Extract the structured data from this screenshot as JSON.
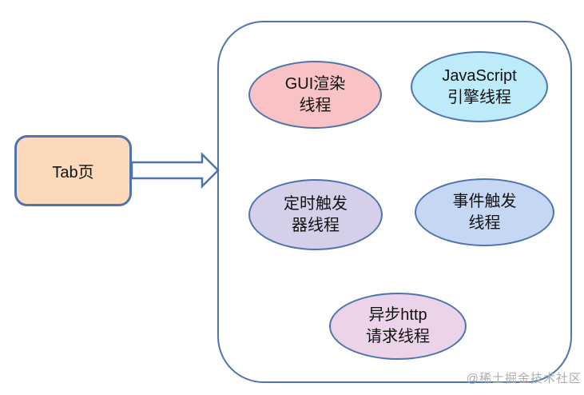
{
  "colors": {
    "background": "#ffffff",
    "stroke_blue": "#4e74ae",
    "tab_fill": "#fcd9bb",
    "watermark_gray": "#adadad"
  },
  "tab_box": {
    "label": "Tab页",
    "fill": "#fcd9bb"
  },
  "arrow": {
    "name": "right-block-arrow",
    "fill": "#ffffff",
    "stroke": "#4e74ae"
  },
  "threads": [
    {
      "line1": "GUI渲染",
      "line2": "线程",
      "fill": "#f9c2c5"
    },
    {
      "line1": "JavaScript",
      "line2": "引擎线程",
      "fill": "#bdebfa"
    },
    {
      "line1": "定时触发",
      "line2": "器线程",
      "fill": "#d6cfea"
    },
    {
      "line1": "事件触发",
      "line2": "线程",
      "fill": "#c6d7f4"
    },
    {
      "line1": "异步http",
      "line2": "请求线程",
      "fill": "#ebd4e9"
    }
  ],
  "watermark": {
    "text": "@稀土掘金技术社区",
    "color": "#adadad"
  }
}
